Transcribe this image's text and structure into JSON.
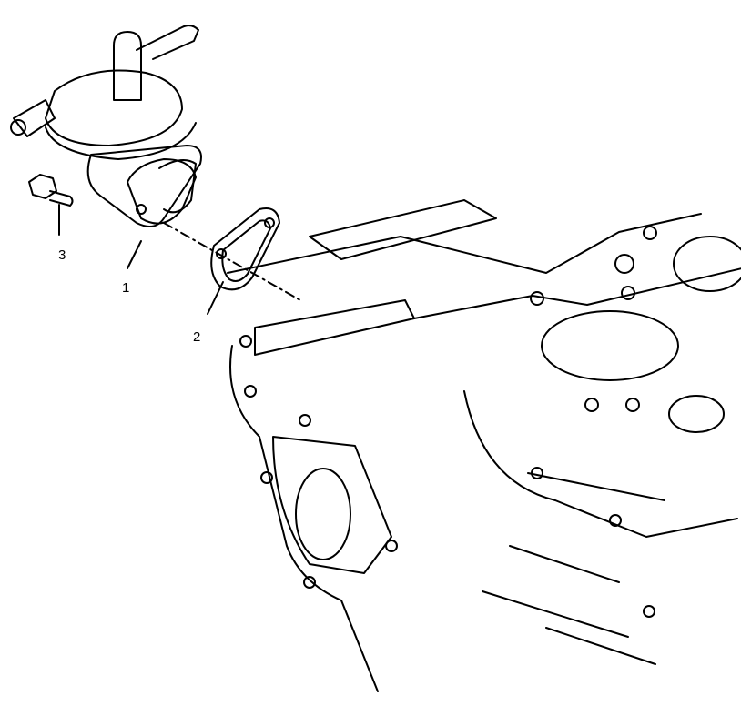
{
  "diagram": {
    "type": "exploded-parts-illustration",
    "subject": "fuel pump mounting on engine block",
    "callouts": [
      {
        "id": "1",
        "text": "1",
        "part": "fuel-pump"
      },
      {
        "id": "2",
        "text": "2",
        "part": "gasket"
      },
      {
        "id": "3",
        "text": "3",
        "part": "bolt"
      }
    ]
  }
}
